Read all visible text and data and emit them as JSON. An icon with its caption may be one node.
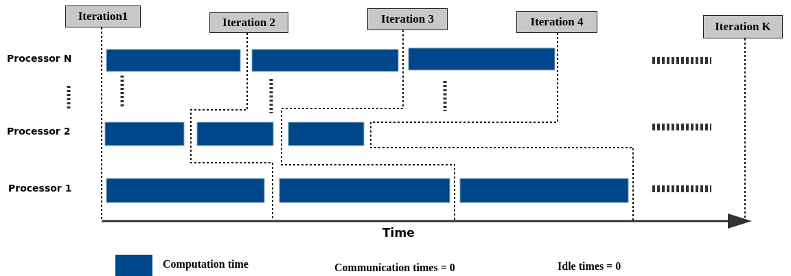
{
  "diagram": {
    "nodes": [
      {
        "text": [
          "Iteration1"
        ]
      },
      {
        "text": [
          "Iteration 2"
        ]
      },
      {
        "text": [
          "Iteration 3"
        ]
      },
      {
        "text": [
          "Iteration 4"
        ]
      },
      {
        "text": [
          "Iteration K"
        ]
      }
    ],
    "labels": [
      "Processor N",
      "Processor 2",
      "Processor 1",
      "Time",
      "Communication times = 0",
      "Idle times = 0"
    ],
    "legend": [
      {
        "text": "Computation time",
        "color": "#00468b"
      }
    ]
  }
}
